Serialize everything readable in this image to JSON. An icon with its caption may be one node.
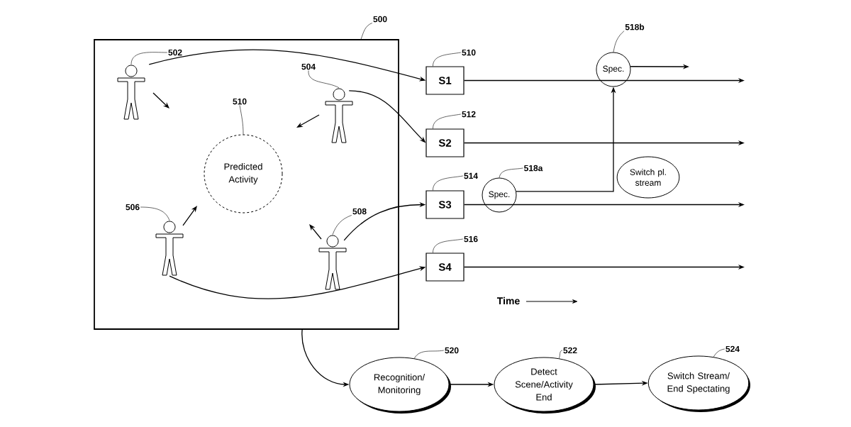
{
  "diagram": {
    "nodes": [
      {
        "text": [],
        "shape": "box"
      },
      {
        "text": [],
        "shape": "person",
        "in": 0
      },
      {
        "text": [],
        "shape": "person",
        "in": 0
      },
      {
        "text": [
          "Predicted Activity"
        ],
        "in": 0
      },
      {
        "text": [],
        "shape": "person",
        "in": 0
      },
      {
        "text": [],
        "shape": "person",
        "in": 0
      },
      {
        "text": [
          "S1"
        ]
      },
      {
        "text": [
          "S2"
        ]
      },
      {
        "text": [
          "S3"
        ]
      },
      {
        "text": [
          "S4"
        ]
      },
      {
        "text": [
          "Spec."
        ]
      },
      {
        "text": [
          "Spec."
        ]
      },
      {
        "text": [
          "Switch pl. stream"
        ]
      },
      {
        "text": [
          "Recognition/ Monitoring"
        ]
      },
      {
        "text": [
          "Detect Scene/Activity End"
        ]
      },
      {
        "text": [
          "Switch Stream/ End Spectating"
        ]
      },
      {
        "text": [
          "500"
        ]
      },
      {
        "text": [
          "502"
        ],
        "in": 0
      },
      {
        "text": [
          "504"
        ],
        "in": 0
      },
      {
        "text": [
          "510"
        ],
        "in": 0
      },
      {
        "text": [
          "506"
        ],
        "in": 0
      },
      {
        "text": [
          "508"
        ],
        "in": 0
      },
      {
        "text": [
          "510"
        ]
      },
      {
        "text": [
          "512"
        ]
      },
      {
        "text": [
          "514"
        ]
      },
      {
        "text": [
          "516"
        ]
      },
      {
        "text": [
          "518a"
        ]
      },
      {
        "text": [
          "518b"
        ]
      },
      {
        "text": [
          "520"
        ]
      },
      {
        "text": [
          "522"
        ]
      },
      {
        "text": [
          "524"
        ]
      }
    ],
    "edges": [
      {
        "from": 1,
        "to": 6,
        "arrow": "to"
      },
      {
        "from": 2,
        "to": 7,
        "arrow": "to"
      },
      {
        "from": 5,
        "to": 8,
        "arrow": "to"
      },
      {
        "from": 4,
        "to": 9,
        "arrow": "to"
      },
      {
        "from": 6,
        "to": null,
        "arrow": "to"
      },
      {
        "from": 7,
        "to": null,
        "arrow": "to"
      },
      {
        "from": 8,
        "to": null,
        "arrow": "to"
      },
      {
        "from": 9,
        "to": null,
        "arrow": "to"
      },
      {
        "from": 10,
        "to": 11,
        "arrow": "to"
      },
      {
        "from": 11,
        "to": null,
        "arrow": "to"
      },
      {
        "from": 0,
        "to": 13,
        "arrow": "to"
      },
      {
        "from": 13,
        "to": 14,
        "arrow": "to"
      },
      {
        "from": 14,
        "to": 15,
        "arrow": "to"
      },
      {
        "from": 16,
        "to": 0,
        "arrow": "none"
      },
      {
        "from": 17,
        "to": 1,
        "arrow": "none"
      },
      {
        "from": 18,
        "to": 2,
        "arrow": "none"
      },
      {
        "from": 19,
        "to": 3,
        "arrow": "none"
      },
      {
        "from": 20,
        "to": 4,
        "arrow": "none"
      },
      {
        "from": 21,
        "to": 5,
        "arrow": "none"
      },
      {
        "from": 22,
        "to": 6,
        "arrow": "none"
      },
      {
        "from": 23,
        "to": 7,
        "arrow": "none"
      },
      {
        "from": 24,
        "to": 8,
        "arrow": "none"
      },
      {
        "from": 25,
        "to": 9,
        "arrow": "none"
      },
      {
        "from": 26,
        "to": 10,
        "arrow": "none"
      },
      {
        "from": 27,
        "to": 11,
        "arrow": "none"
      },
      {
        "from": 28,
        "to": 13,
        "arrow": "none"
      },
      {
        "from": 29,
        "to": 14,
        "arrow": "none"
      },
      {
        "from": 30,
        "to": 15,
        "arrow": "none"
      }
    ],
    "labels": [
      "Time"
    ]
  }
}
